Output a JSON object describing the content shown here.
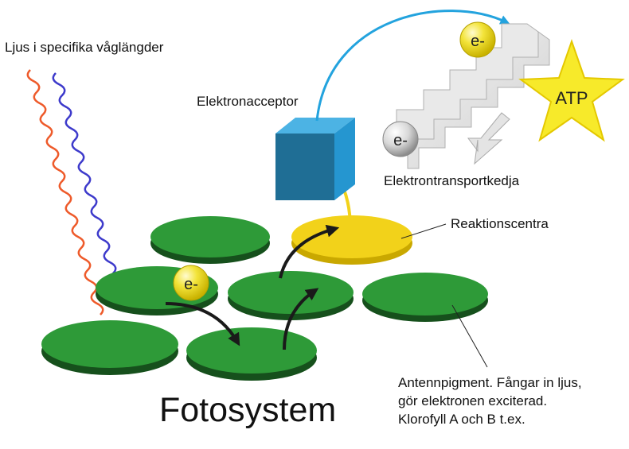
{
  "labels": {
    "light": "Ljus i specifika våglängder",
    "acceptor": "Elektronacceptor",
    "transport_chain": "Elektrontransportkedja",
    "reaction_center": "Reaktionscentra",
    "antenna_line1": "Antennpigment. Fångar in ljus,",
    "antenna_line2": "gör elektronen exciterad.",
    "antenna_line3": "Klorofyll A och B t.ex.",
    "title": "Fotosystem"
  },
  "electron_label": "e-",
  "atp_label": "ATP",
  "colors": {
    "disc_green": "#2e9a38",
    "disc_side": "#16501c",
    "reaction_yellow": "#f2d21a",
    "acceptor_blue": "#2596d0",
    "arrow_blue": "#23a3de",
    "electron_yellow": "#f3e43a",
    "atp_star": "#f7ea2a",
    "wave_red": "#ee5a2a",
    "wave_blue": "#3d3acb"
  }
}
